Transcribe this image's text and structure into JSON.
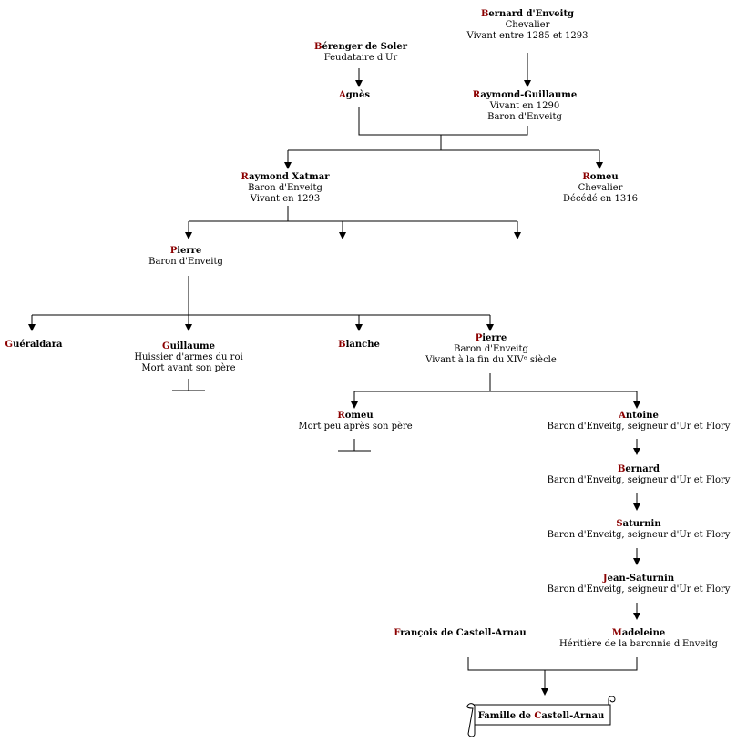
{
  "persons": [
    {
      "id": "bernard-1",
      "initial": "B",
      "rest": "ernard d'Enveitg",
      "lines": [
        "Chevalier",
        "Vivant entre 1285 et 1293"
      ]
    },
    {
      "id": "berenger",
      "initial": "B",
      "rest": "érenger de Soler",
      "lines": [
        "Feudataire d'Ur"
      ]
    },
    {
      "id": "agnes",
      "initial": "A",
      "rest": "gnès",
      "lines": []
    },
    {
      "id": "raymond-guillaume",
      "initial": "R",
      "rest": "aymond-Guillaume",
      "lines": [
        "Vivant en 1290",
        "Baron d'Enveitg"
      ]
    },
    {
      "id": "raymond-xatmar",
      "initial": "R",
      "rest": "aymond Xatmar",
      "lines": [
        "Baron d'Enveitg",
        "Vivant en 1293"
      ]
    },
    {
      "id": "romeu-1",
      "initial": "R",
      "rest": "omeu",
      "lines": [
        "Chevalier",
        "Décédé en 1316"
      ]
    },
    {
      "id": "pierre-1",
      "initial": "P",
      "rest": "ierre",
      "lines": [
        "Baron d'Enveitg"
      ]
    },
    {
      "id": "gueraldara",
      "initial": "G",
      "rest": "uéraldara",
      "lines": []
    },
    {
      "id": "guillaume",
      "initial": "G",
      "rest": "uillaume",
      "lines": [
        "Huissier d'armes du roi",
        "Mort avant son père"
      ]
    },
    {
      "id": "blanche",
      "initial": "B",
      "rest": "lanche",
      "lines": []
    },
    {
      "id": "pierre-2",
      "initial": "P",
      "rest": "ierre",
      "lines": [
        "Baron d'Enveitg",
        "Vivant à la fin du XIVᵉ siècle"
      ]
    },
    {
      "id": "romeu-2",
      "initial": "R",
      "rest": "omeu",
      "lines": [
        "Mort peu après son père"
      ]
    },
    {
      "id": "antoine",
      "initial": "A",
      "rest": "ntoine",
      "lines": [
        "Baron d'Enveitg, seigneur d'Ur et Flory"
      ]
    },
    {
      "id": "bernard-2",
      "initial": "B",
      "rest": "ernard",
      "lines": [
        "Baron d'Enveitg, seigneur d'Ur et Flory"
      ]
    },
    {
      "id": "saturnin",
      "initial": "S",
      "rest": "aturnin",
      "lines": [
        "Baron d'Enveitg, seigneur d'Ur et Flory"
      ]
    },
    {
      "id": "jean-saturnin",
      "initial": "J",
      "rest": "ean-Saturnin",
      "lines": [
        "Baron d'Enveitg, seigneur d'Ur et Flory"
      ]
    },
    {
      "id": "francois",
      "initial": "F",
      "rest": "rançois de Castell-Arnau",
      "lines": []
    },
    {
      "id": "madeleine",
      "initial": "M",
      "rest": "adeleine",
      "lines": [
        "Héritière de la baronnie d'Enveitg"
      ]
    }
  ],
  "scroll": {
    "pre": "Famille de ",
    "initial": "C",
    "post": "astell-Arnau"
  },
  "colors": {
    "initial": "#8b0000",
    "line": "#000000"
  }
}
